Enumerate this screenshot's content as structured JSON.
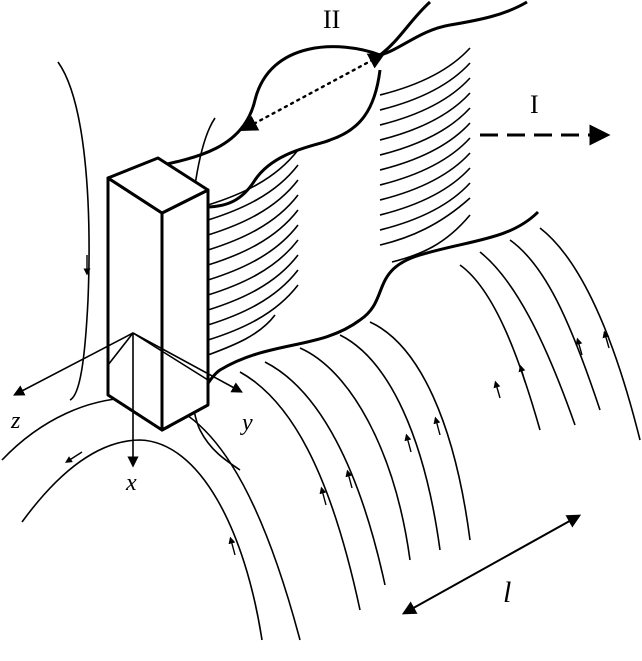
{
  "labels": {
    "region_two": "II",
    "region_one": "I",
    "axis_x": "x",
    "axis_y": "y",
    "axis_z": "z",
    "length": "l"
  },
  "colors": {
    "stroke": "#000000",
    "background": "#ffffff"
  }
}
